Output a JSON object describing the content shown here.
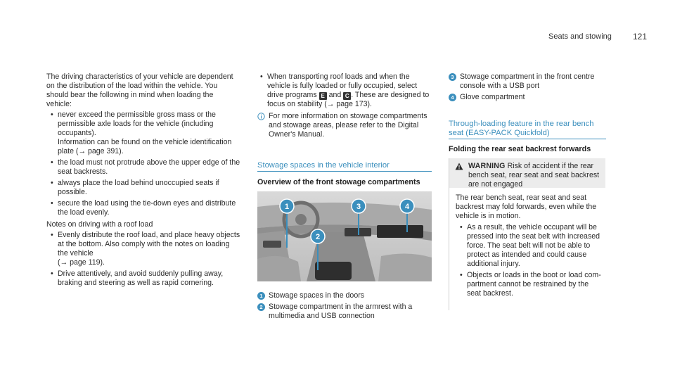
{
  "header": {
    "section": "Seats and stowing",
    "page_number": "121"
  },
  "col1": {
    "intro": "The driving characteristics of your vehicle are dependent on the distribution of the load within the vehicle. You should bear the following in mind when loading the vehicle:",
    "bullets": [
      {
        "text": "never exceed the permissible gross mass or the permissible axle loads for the vehicle (including occupants).",
        "extra": "Information can be found on the vehicle identi­fication plate (",
        "arrow": "→",
        "ref": "page 391).",
        "ref_close": ""
      },
      {
        "text": "the load must not protrude above the upper edge of the seat backrests."
      },
      {
        "text": "always place the load behind unoccupied seats if possible."
      },
      {
        "text": "secure the load using the tie-down eyes and distribute the load evenly."
      }
    ],
    "notes_title": "Notes on driving with a roof load",
    "notes_bullets": [
      {
        "text": "Evenly distribute the roof load, and place heavy objects at the bottom. Also comply with the notes on loading the vehicle",
        "ref_open": "(",
        "arrow": "→",
        "ref": "page 119)."
      },
      {
        "text": "Drive attentively, and avoid suddenly pulling away, braking and steering as well as rapid cornering."
      }
    ]
  },
  "col2": {
    "bullet_part1": "When transporting roof loads and when the vehicle is fully loaded or fully occupied, select drive programs",
    "key1": "E",
    "and": "and",
    "key2": "C",
    "bullet_part2": ". These are designed to focus on stability (",
    "arrow": "→",
    "bullet_ref": "page 173).",
    "info_text": "For more information on stowage compart­ments and stowage areas, please refer to the Digital Owner's Manual.",
    "section_title": "Stowage spaces in the vehicle interior",
    "subtitle": "Overview of the front stowage compartments",
    "legend": [
      {
        "n": "1",
        "text": "Stowage spaces in the doors"
      },
      {
        "n": "2",
        "text": "Stowage compartment in the armrest with a multimedia and USB connection"
      }
    ],
    "callouts": [
      "1",
      "2",
      "3",
      "4"
    ]
  },
  "col3": {
    "legend": [
      {
        "n": "3",
        "text": "Stowage compartment in the front centre console with a USB port"
      },
      {
        "n": "4",
        "text": "Glove compartment"
      }
    ],
    "section_title": "Through-loading feature in the rear bench seat (EASY-PACK Quickfold)",
    "subtitle": "Folding the rear seat backrest forwards",
    "warning": {
      "label": "WARNING",
      "title_text": "Risk of accident if the rear bench seat, rear seat and seat backrest are not engaged",
      "body": "The rear bench seat, rear seat and seat back­rest may fold forwards, even while the vehicle is in motion.",
      "bullets": [
        "As a result, the vehicle occupant will be pressed into the seat belt with increased force. The seat belt will not be able to pro­tect as intended and could cause addi­tional injury.",
        "Objects or loads in the boot or load com­partment cannot be restrained by the seat backrest."
      ]
    }
  },
  "colors": {
    "accent": "#3b8fbd",
    "text": "#2b2b2b",
    "warning_bg": "#ececec"
  },
  "icons": {
    "info": "info-icon",
    "warning": "warning-triangle-icon"
  }
}
